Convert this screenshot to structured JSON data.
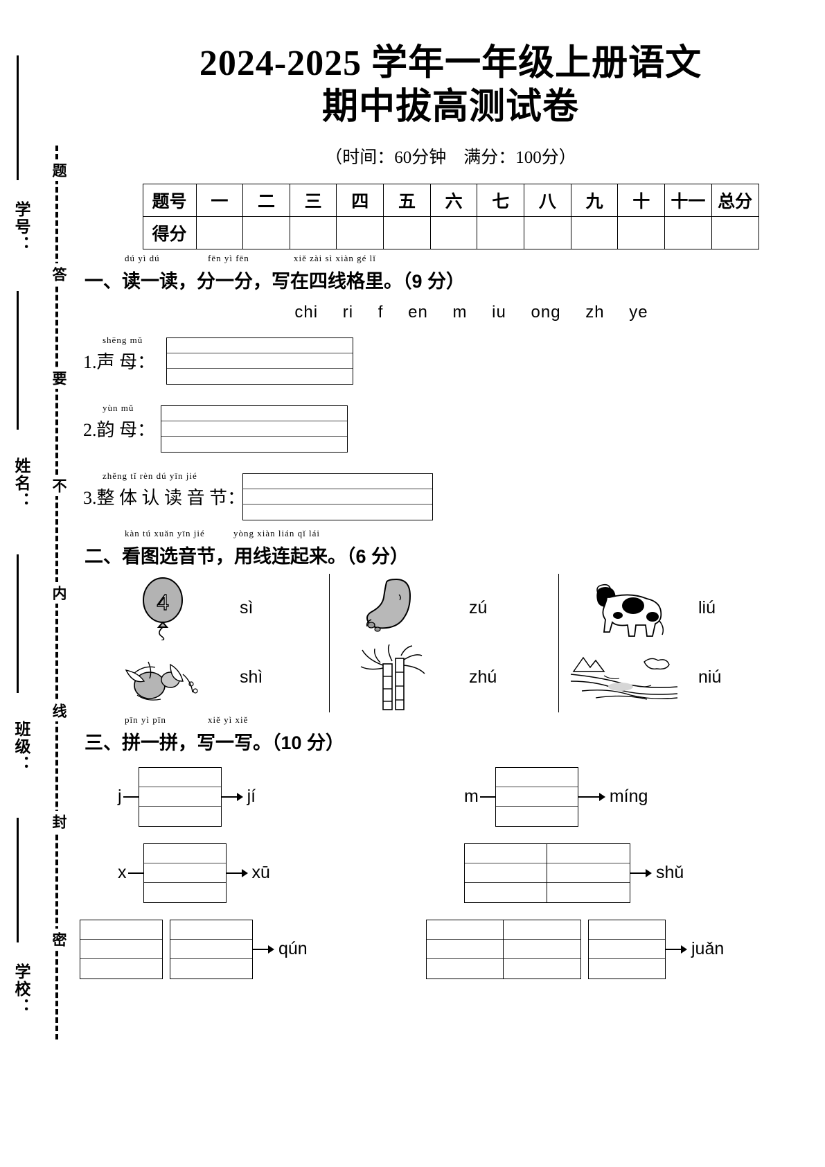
{
  "margin": {
    "fields": [
      {
        "label": "学号："
      },
      {
        "label": "姓名："
      },
      {
        "label": "班级："
      },
      {
        "label": "学校："
      }
    ],
    "seal_chars": [
      "题",
      "答",
      "要",
      "不",
      "内",
      "线",
      "封",
      "密"
    ]
  },
  "header": {
    "title_line1": "2024-2025 学年一年级上册语文",
    "title_line2": "期中拔高测试卷",
    "subtitle": "（时间：60分钟　满分：100分）"
  },
  "score_table": {
    "row_labels": [
      "题号",
      "得分"
    ],
    "columns": [
      "一",
      "二",
      "三",
      "四",
      "五",
      "六",
      "七",
      "八",
      "九",
      "十",
      "十一",
      "总分"
    ],
    "scores": [
      "",
      "",
      "",
      "",
      "",
      "",
      "",
      "",
      "",
      "",
      "",
      ""
    ]
  },
  "sections": [
    {
      "number": "一、",
      "pinyin_groups": [
        "dú yì dú",
        "fēn yì fēn",
        "xiě zài sì xiàn gé lǐ"
      ],
      "title": "读一读，分一分，写在四线格里。",
      "points": "（9 分）",
      "syllables": [
        "chi",
        "ri",
        "f",
        "en",
        "m",
        "iu",
        "ong",
        "zh",
        "ye"
      ],
      "items": [
        {
          "index": "1.",
          "pinyin": "shēng mǔ",
          "label": "声 母："
        },
        {
          "index": "2.",
          "pinyin": "yùn mǔ",
          "label": "韵 母："
        },
        {
          "index": "3.",
          "pinyin": "zhěng tǐ rèn dú yīn jié",
          "label": "整 体 认 读 音 节："
        }
      ]
    },
    {
      "number": "二、",
      "pinyin_groups": [
        "kàn tú xuǎn yīn jié",
        "yòng xiàn lián qǐ lái"
      ],
      "title": "看图选音节，用线连起来。",
      "points": "（6 分）",
      "columns": [
        {
          "rows": [
            {
              "picture": "balloon-four-icon",
              "syllable": "sì"
            },
            {
              "picture": "persimmon-branch-icon",
              "syllable": "shì"
            }
          ]
        },
        {
          "rows": [
            {
              "picture": "foot-icon",
              "syllable": "zú"
            },
            {
              "picture": "bamboo-icon",
              "syllable": "zhú"
            }
          ]
        },
        {
          "rows": [
            {
              "picture": "cow-icon",
              "syllable": "liú"
            },
            {
              "picture": "river-landscape-icon",
              "syllable": "niú"
            }
          ]
        }
      ]
    },
    {
      "number": "三、",
      "pinyin_groups": [
        "pīn yì pīn",
        "xiě yì xiě"
      ],
      "title": "拼一拼，写一写。",
      "points": "（10 分）",
      "rows": [
        [
          {
            "lead": "j",
            "boxes": 1,
            "result": "jí"
          },
          {
            "lead": "m",
            "boxes": 1,
            "result": "míng"
          }
        ],
        [
          {
            "lead": "x",
            "boxes": 1,
            "result": "xū"
          },
          {
            "lead": "",
            "boxes": 2,
            "result": "shǔ"
          }
        ],
        [
          {
            "lead": "",
            "boxes": 2,
            "result": "qún"
          },
          {
            "lead": "",
            "boxes": 3,
            "result": "juǎn"
          }
        ]
      ]
    }
  ]
}
